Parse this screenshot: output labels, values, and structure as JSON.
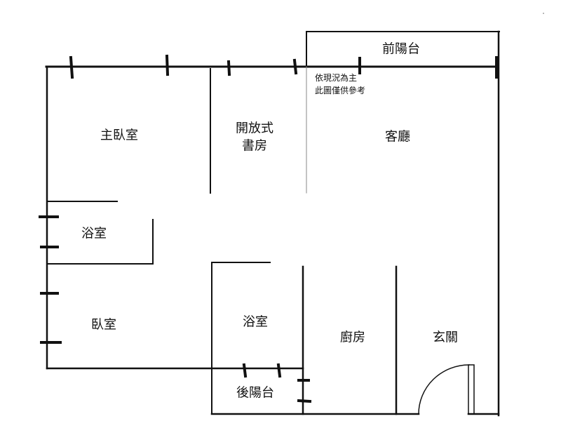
{
  "colors": {
    "wall": "#111111",
    "thin_line": "#888888"
  },
  "rooms": {
    "master_bedroom": "主臥室",
    "study_line1": "開放式",
    "study_line2": "書房",
    "living_room": "客廳",
    "front_balcony": "前陽台",
    "bathroom_1": "浴室",
    "bedroom": "臥室",
    "bathroom_2": "浴室",
    "kitchen": "廚房",
    "entrance": "玄關",
    "back_balcony": "後陽台"
  },
  "note": {
    "line1": "依現況為主",
    "line2": "此圖僅供參考"
  }
}
